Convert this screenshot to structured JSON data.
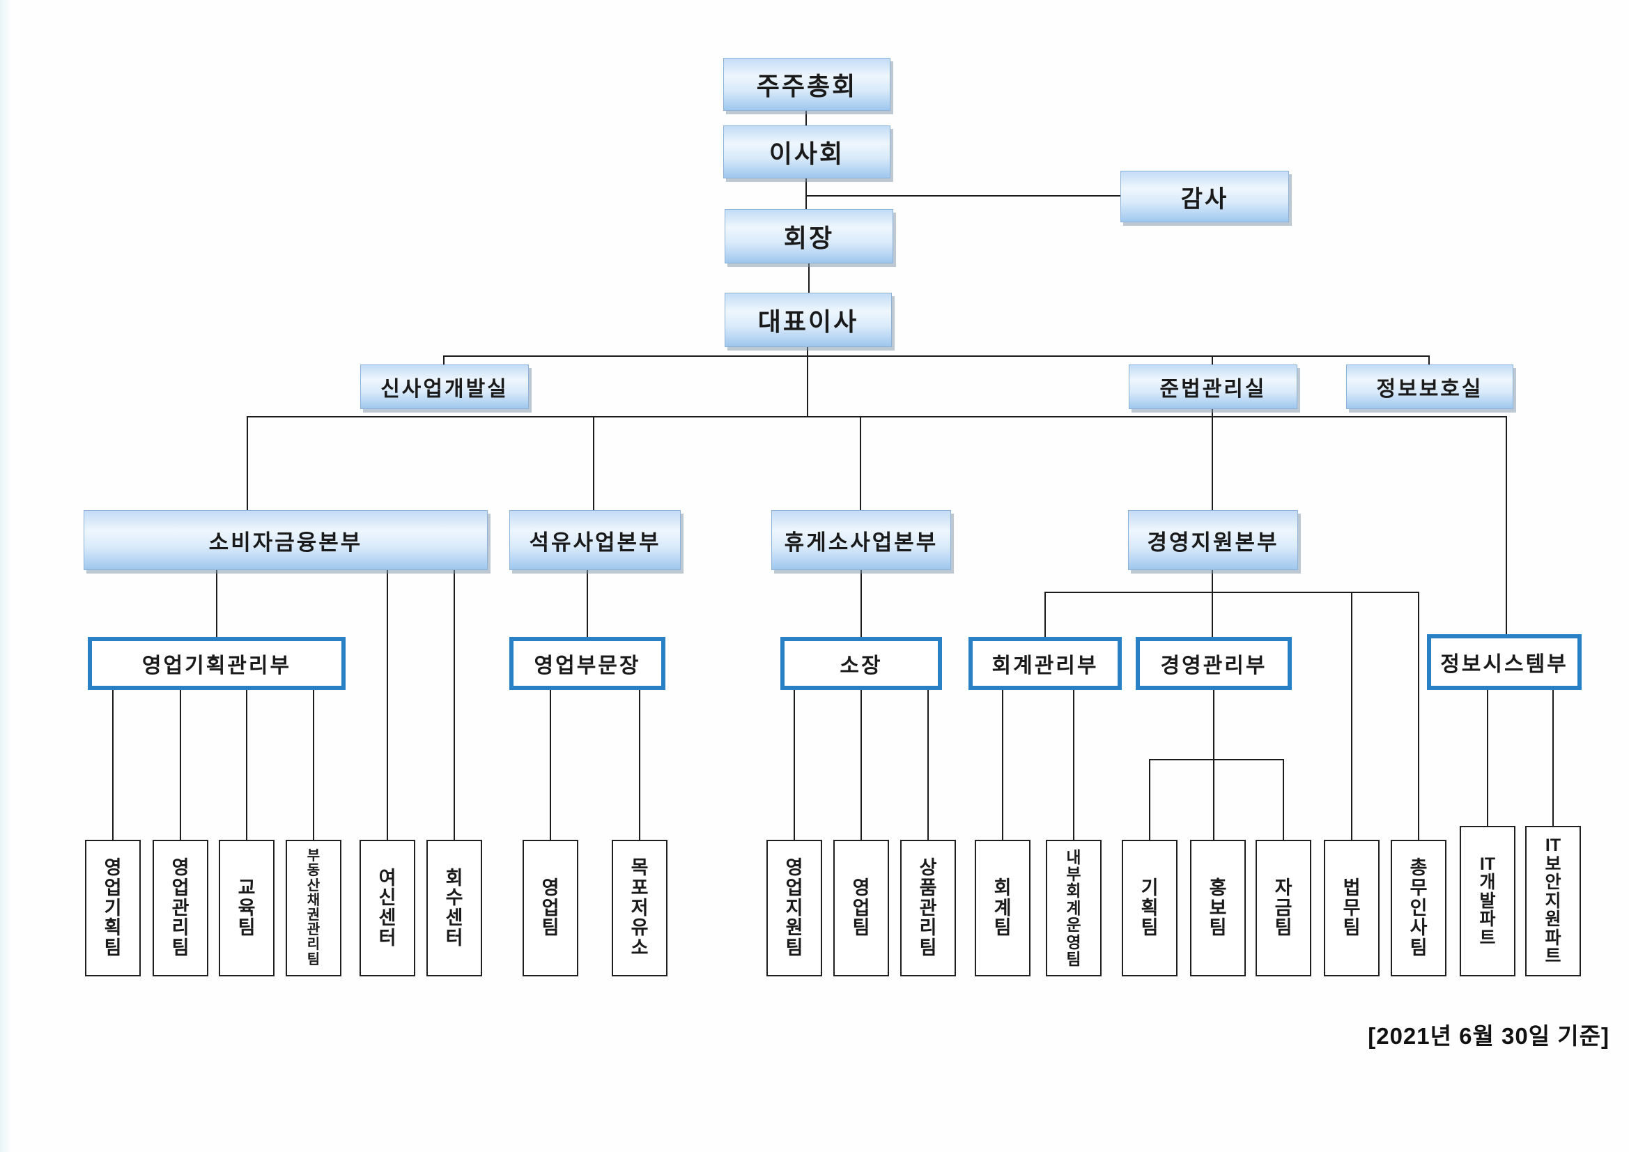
{
  "title": "organization-chart",
  "colors": {
    "box_gradient_top": "#c3dcf5",
    "box_gradient_bottom": "#9fc7ee",
    "dept_border": "#2980c4",
    "team_border": "#1f1f1f",
    "connector": "#1c1c1c"
  },
  "nodes": {
    "shareholders_meeting": "주주총회",
    "board_of_directors": "이사회",
    "auditor": "감사",
    "chairman": "회장",
    "ceo": "대표이사",
    "new_business_dev_office": "신사업개발실",
    "compliance_office": "준법관리실",
    "info_security_office": "정보보호실",
    "consumer_finance_division": "소비자금융본부",
    "petroleum_division": "석유사업본부",
    "rest_area_division": "휴게소사업본부",
    "management_support_division": "경영지원본부",
    "sales_planning_mgmt_dept": "영업기획관리부",
    "sales_division_head": "영업부문장",
    "branch_manager": "소장",
    "accounting_mgmt_dept": "회계관리부",
    "management_mgmt_dept": "경영관리부",
    "info_systems_dept": "정보시스템부",
    "team_sales_planning": "영업기획팀",
    "team_sales_mgmt": "영업관리팀",
    "team_education": "교육팀",
    "team_realestate_bond_mgmt": "부동산채권관리팀",
    "credit_center": "여신센터",
    "collection_center": "회수센터",
    "team_sales_petro": "영업팀",
    "mokpo_oil_depot": "목포저유소",
    "team_sales_support": "영업지원팀",
    "team_sales_restarea": "영업팀",
    "team_product_mgmt": "상품관리팀",
    "team_accounting": "회계팀",
    "team_internal_accounting": "내부회계운영팀",
    "team_planning": "기획팀",
    "team_pr": "홍보팀",
    "team_finance": "자금팀",
    "team_legal": "법무팀",
    "team_general_affairs_hr": "총무인사팀",
    "it_dev_part": "IT개발파트",
    "it_security_support_part": "IT보안지원파트"
  },
  "footer": {
    "date_note": "[2021년 6월 30일 기준]"
  }
}
